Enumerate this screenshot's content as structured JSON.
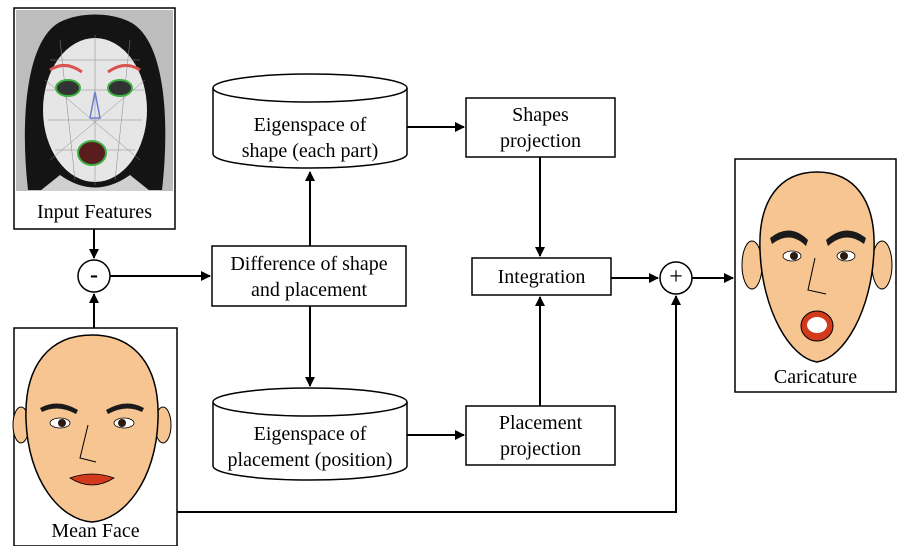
{
  "panels": {
    "input": {
      "caption": "Input Features"
    },
    "mean": {
      "caption": "Mean Face"
    },
    "caricature": {
      "caption": "Caricature"
    }
  },
  "nodes": {
    "minus": "-",
    "plus": "+",
    "difference": {
      "line1": "Difference of shape",
      "line2": "and placement"
    },
    "eig_shape": {
      "line1": "Eigenspace of",
      "line2": "shape (each part)"
    },
    "eig_place": {
      "line1": "Eigenspace of",
      "line2": "placement (position)"
    },
    "shape_proj": {
      "line1": "Shapes",
      "line2": "projection"
    },
    "place_proj": {
      "line1": "Placement",
      "line2": "projection"
    },
    "integration": "Integration"
  },
  "colors": {
    "line": "#000000",
    "skin": "#f6c591",
    "hair": "#1a1a1a",
    "lips": "#d23a1e",
    "photo_bg": "#c8c8c8",
    "mesh_red": "#d9534f",
    "mesh_green": "#3cb043"
  }
}
